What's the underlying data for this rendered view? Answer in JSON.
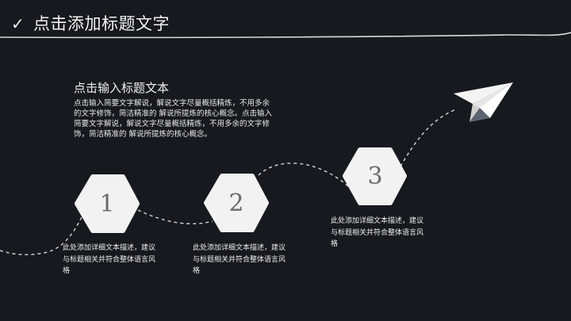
{
  "header": {
    "check_icon": "✓",
    "title": "点击添加标题文字"
  },
  "intro": {
    "title": "点击输入标题文本",
    "body": "点击输入简要文字解说，解说文字尽量概括精炼，不用多余的文字修饰，简洁精准的 解说所提炼的核心概念。点击输入简要文字解说，解说文字尽量概括精炼，不用多余的文字修饰，简洁精准的 解说所提炼的核心概念。"
  },
  "steps": [
    {
      "number": "1",
      "text": "此处添加详细文本描述，建议与标题相关并符合整体语言风格"
    },
    {
      "number": "2",
      "text": "此处添加详细文本描述，建议与标题相关并符合整体语言风格"
    },
    {
      "number": "3",
      "text": "此处添加详细文本描述，建议与标题相关并符合整体语言风格"
    }
  ],
  "colors": {
    "background": "#16191d",
    "hexagon_fill": "#f2f2f2",
    "number_color": "#6a6a6a",
    "text": "#f2f2f2"
  },
  "icons": {
    "plane": "paper-plane-icon"
  }
}
